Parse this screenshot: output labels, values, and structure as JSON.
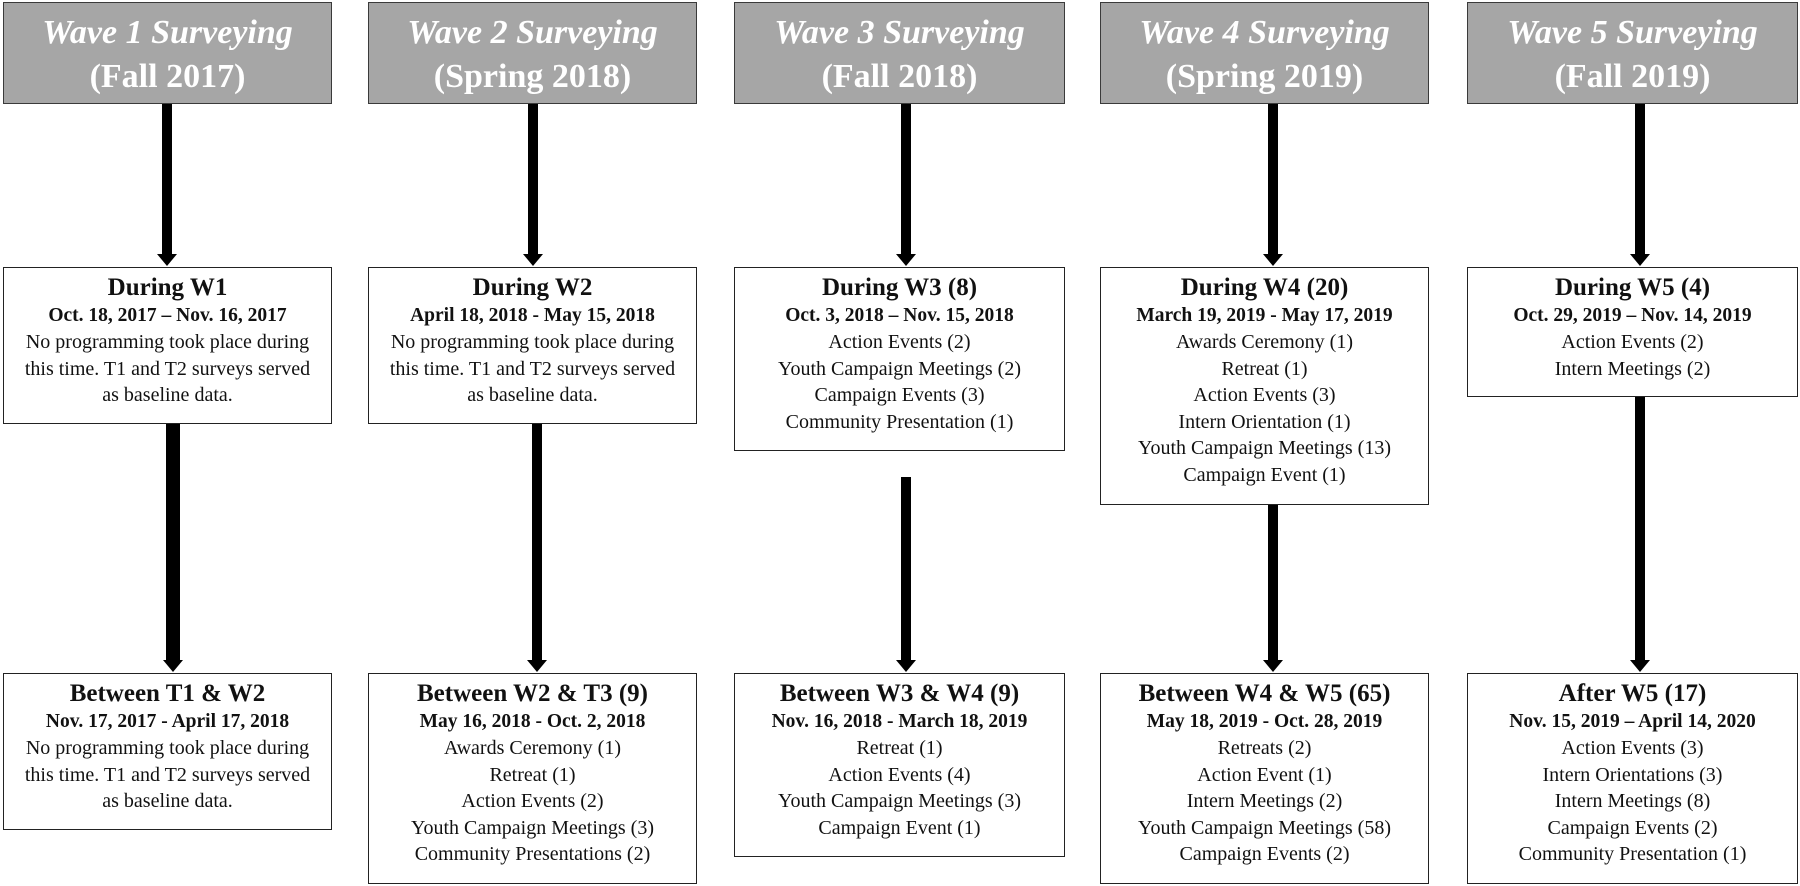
{
  "waves": [
    {
      "title": "Wave 1 Surveying",
      "term": "(Fall 2017)"
    },
    {
      "title": "Wave 2 Surveying",
      "term": "(Spring 2018)"
    },
    {
      "title": "Wave 3 Surveying",
      "term": "(Fall 2018)"
    },
    {
      "title": "Wave 4 Surveying",
      "term": "(Spring 2019)"
    },
    {
      "title": "Wave 5 Surveying",
      "term": "(Fall 2019)"
    }
  ],
  "during": [
    {
      "title": "During W1",
      "dates": "Oct. 18, 2017 – Nov. 16, 2017",
      "lines": [
        "No programming took place during",
        "this time. T1 and T2 surveys served",
        "as baseline data."
      ]
    },
    {
      "title": "During W2",
      "dates": "April 18, 2018 - May 15, 2018",
      "lines": [
        "No programming took place during",
        "this time. T1 and T2 surveys served",
        "as baseline data."
      ]
    },
    {
      "title": "During W3 (8)",
      "dates": "Oct. 3, 2018 – Nov. 15, 2018",
      "lines": [
        "Action Events (2)",
        "Youth Campaign Meetings (2)",
        "Campaign Events (3)",
        "Community Presentation (1)"
      ]
    },
    {
      "title": "During W4 (20)",
      "dates": "March 19, 2019 - May 17, 2019",
      "lines": [
        "Awards Ceremony (1)",
        "Retreat (1)",
        "Action Events (3)",
        "Intern Orientation (1)",
        "Youth Campaign Meetings (13)",
        "Campaign Event (1)"
      ]
    },
    {
      "title": "During W5 (4)",
      "dates": "Oct. 29, 2019 – Nov. 14, 2019",
      "lines": [
        "Action Events (2)",
        "Intern Meetings (2)"
      ]
    }
  ],
  "between": [
    {
      "title": "Between T1 & W2",
      "dates": "Nov. 17, 2017 - April 17, 2018",
      "lines": [
        "No programming took place during",
        "this time. T1 and T2 surveys served",
        "as baseline data."
      ]
    },
    {
      "title": "Between W2 & T3 (9)",
      "dates": "May 16, 2018 - Oct. 2, 2018",
      "lines": [
        "Awards Ceremony (1)",
        "Retreat (1)",
        "Action Events (2)",
        "Youth Campaign Meetings (3)",
        "Community Presentations (2)"
      ]
    },
    {
      "title": "Between W3 & W4 (9)",
      "dates": "Nov. 16, 2018 - March 18, 2019",
      "lines": [
        "Retreat (1)",
        "Action Events (4)",
        "Youth Campaign Meetings (3)",
        "Campaign Event (1)"
      ]
    },
    {
      "title": "Between W4 & W5 (65)",
      "dates": "May 18, 2019 - Oct. 28, 2019",
      "lines": [
        "Retreats (2)",
        "Action Event (1)",
        "Intern Meetings (2)",
        "Youth Campaign Meetings (58)",
        "Campaign Events (2)"
      ]
    },
    {
      "title": "After W5 (17)",
      "dates": "Nov. 15, 2019 – April 14, 2020",
      "lines": [
        "Action Events (3)",
        "Intern Orientations (3)",
        "Intern Meetings (8)",
        "Campaign Events (2)",
        "Community Presentation (1)"
      ]
    }
  ]
}
